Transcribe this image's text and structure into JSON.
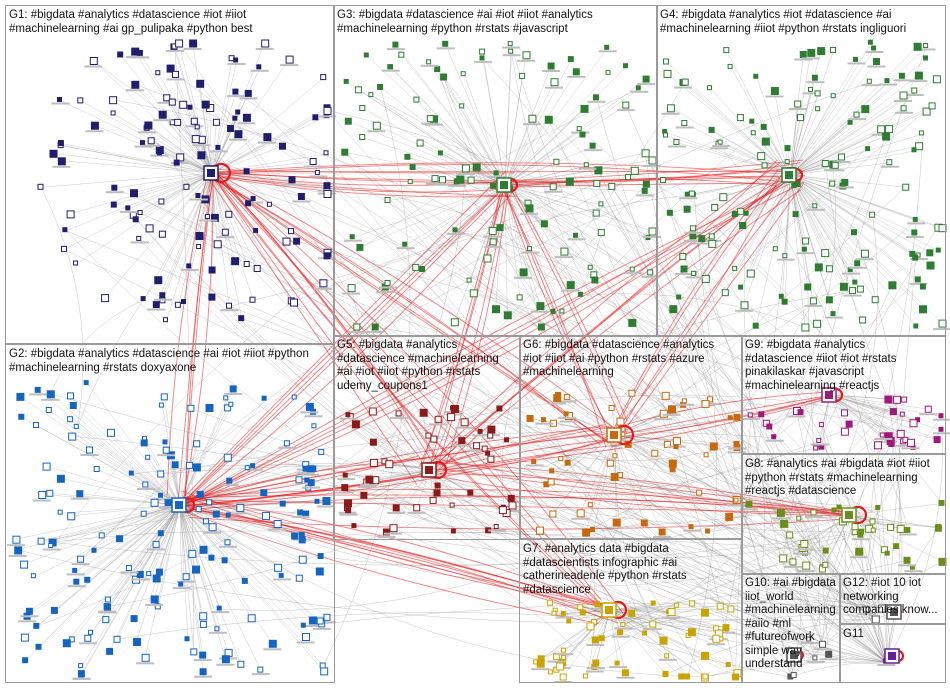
{
  "graph": {
    "type": "network-cluster-map",
    "groups": [
      {
        "id": "G1",
        "label": "G1: #bigdata #analytics #datascience #iot #iiot\n#machinelearning #ai gp_pulipaka #python best",
        "color": "#1f1f6e"
      },
      {
        "id": "G3",
        "label": "G3: #bigdata #datascience #ai #iot #iiot #analytics\n#machinelearning #python #rstats #javascript",
        "color": "#2e7d32"
      },
      {
        "id": "G4",
        "label": "G4: #bigdata #analytics #iot #datascience #ai\n#machinelearning #iiot #python #rstats ingliguori",
        "color": "#2e7d32"
      },
      {
        "id": "G2",
        "label": "G2: #bigdata #analytics #datascience #ai #iot #iiot #python\n#machinelearning #rstats doxyaxone",
        "color": "#1565c0"
      },
      {
        "id": "G5",
        "label": "G5: #bigdata #analytics\n#datascience #machinelearning\n#ai #iot #iiot #python #rstats\nudemy_coupons1",
        "color": "#8b1a1a"
      },
      {
        "id": "G6",
        "label": "G6: #bigdata #datascience #analytics\n#iot #iiot #ai #python #rstats #azure\n#machinelearning",
        "color": "#c56a10"
      },
      {
        "id": "G9",
        "label": "G9: #bigdata #analytics\n#datascience #iiot #iot #rstats\npinakilaskar #javascript\n#machinelearning #reactjs",
        "color": "#a0187a"
      },
      {
        "id": "G8",
        "label": "G8: #analytics #ai #bigdata #iot #iiot\n#python #rstats #machinelearning\n#reactjs #datascience",
        "color": "#6a8e1a"
      },
      {
        "id": "G7",
        "label": "G7: #analytics data #bigdata\n#datascientists infographic #ai\ncatherineadenle #python #rstats\n#datascience",
        "color": "#c9a400"
      },
      {
        "id": "G10",
        "label": "G10: #ai #bigdata\niiot_world\n#machinelearning\n#aiio #ml\n#futureofwork\nsimple way\nunderstand",
        "color": "#555555"
      },
      {
        "id": "G12",
        "label": "G12: #iot 10 iot\nnetworking\ncompanies know...",
        "color": "#555555"
      },
      {
        "id": "G11",
        "label": "G11",
        "color": "#6a1b9a"
      }
    ],
    "colors": {
      "edge_gray": "#8c8c8c",
      "edge_red": "#e31a1c",
      "box_border": "#9a9a9a"
    }
  }
}
